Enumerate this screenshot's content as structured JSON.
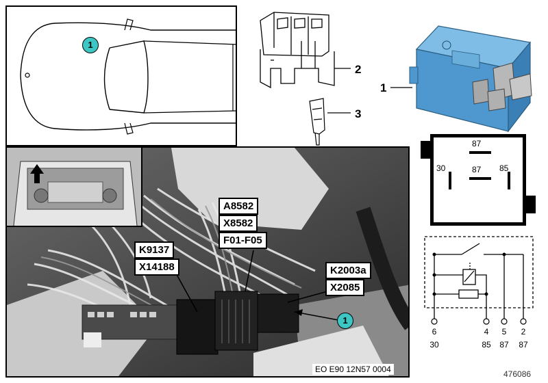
{
  "callouts": {
    "car_marker": "1",
    "photo_marker": "1"
  },
  "part_numbers": {
    "relay": "1",
    "socket": "2",
    "terminal": "3"
  },
  "photo_labels": {
    "k9137": "K9137",
    "x14188": "X14188",
    "a8582": "A8582",
    "x8582": "X8582",
    "f01_f05": "F01-F05",
    "k2003a": "K2003a",
    "x2085": "X2085"
  },
  "photo_caption": "EO E90 12N57 0004",
  "relay_symbol": {
    "pin_top": "87",
    "pin_left": "30",
    "pin_center": "87",
    "pin_right": "85"
  },
  "schematic_pins": [
    {
      "number": "6",
      "terminal": "30"
    },
    {
      "number": "4",
      "terminal": "85"
    },
    {
      "number": "5",
      "terminal": "87"
    },
    {
      "number": "2",
      "terminal": "87"
    }
  ],
  "reference_number": "476086",
  "colors": {
    "relay_blue": "#5aa6d8",
    "callout_cyan": "#3cc6c4"
  }
}
